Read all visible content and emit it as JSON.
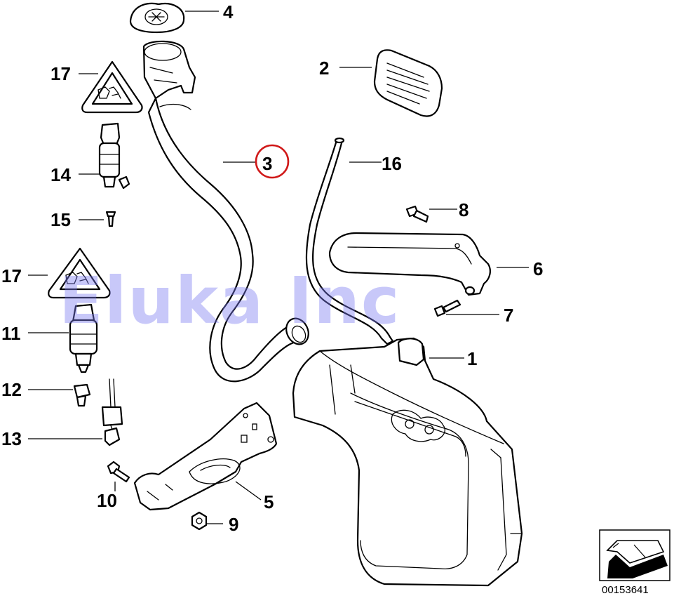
{
  "watermark": "Eluka Inc",
  "document_number": "00153641",
  "highlighted_part": "3",
  "colors": {
    "line": "#000000",
    "background": "#ffffff",
    "highlight": "#d01818",
    "watermark": "#7b7bf0"
  },
  "callouts": {
    "c1": "1",
    "c2": "2",
    "c3": "3",
    "c4": "4",
    "c5": "5",
    "c6": "6",
    "c7": "7",
    "c8": "8",
    "c9": "9",
    "c10": "10",
    "c11": "11",
    "c12": "12",
    "c13": "13",
    "c14": "14",
    "c15": "15",
    "c16": "16",
    "c17a": "17",
    "c17b": "17"
  },
  "icons": {
    "warning_triangle": "warning-triangle-icon",
    "navigation": "next-page-arrow-icon"
  }
}
